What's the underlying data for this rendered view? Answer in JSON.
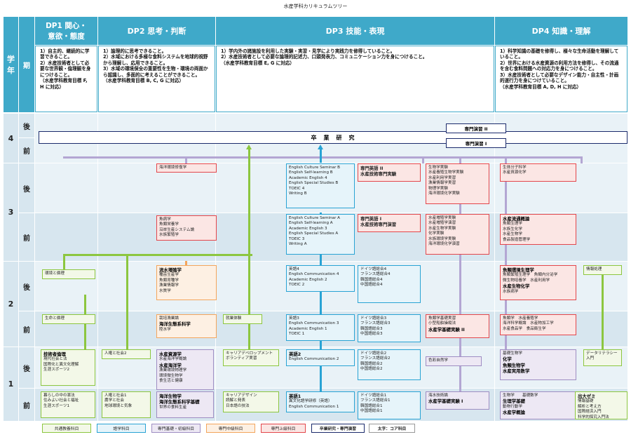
{
  "title": "水産学科カリキュラムツリー",
  "header": {
    "year": "学\n年",
    "term": "期",
    "dp1": "DP1 関心・\n意欲・態度",
    "dp2": "DP2 思考・判断",
    "dp3": "DP3 技能・表現",
    "dp4": "DP4 知識・理解"
  },
  "descriptions": {
    "dp1": "1）自主的、継続的に学習できること。\n2）水産技術者として必要な世界観・倫理観を身につけること。\n（水産学科教育目標 F, H に対応）",
    "dp2": "1）論理的に思考できること。\n2）水域における多様な食料システムを地球的視野から理解し、応用できること。\n3）水域の環境保全の重要性を生物・環境の両面から認識し、多面的に考えることができること。\n（水産学科教育目標 B, C, G に対応）",
    "dp3": "1）学内外の諸施設を利用した実験・実習・見学により実践力を修得していること。\n2）水産技術者として必要な論理的記述力、口頭発表力、コミュニケーション力を身につけること。\n（水産学科教育目標 E, G に対応）",
    "dp4": "1）科学知識の基礎を修得し、様々な生命活動を理解していること。\n2）世界における水産資源の利用方法を修得し、その流通を含む食料問題への対応力を身につけること。\n3）水産技術者として必要なデザイン能力・自主性・計画的遂行力を身につけていること。\n（水産学科教育目標 A, D, H に対応）"
  },
  "years": [
    "4",
    "3",
    "2",
    "1"
  ],
  "terms": {
    "late": "後",
    "early": "前"
  },
  "year4": {
    "thesis": "卒　業　研　究",
    "seminar2": "専門演習 II",
    "seminar1": "専門演習 I"
  },
  "boxes": {
    "y3l_env": "海洋環境修復学",
    "y3l_eng_seminar": "English Culture Seminar B\nEnglish Self-learning B\nAcademic English 4\nEnglish Special Studies B\nTOEIC 4\nWriting B",
    "y3l_senmon_title": "専門英語 II\n水産技術専門実験",
    "y3l_exp": "生物学実験\n水産養殖生物学実験\n水産利用学実習\n漁業情報学実習\n物理学実験\n海洋環境化学実験",
    "y3l_know": "生体分子科学\n水産資源化学",
    "y3e_dp2": "魚病学\n魚類栄養学\n沿岸生産システム論\n水族繁殖学",
    "y3e_eng_seminar": "English Culture Seminar A\nEnglish Self-learning A\nAcademic English 3\nEnglish Special Studies A\nTOEIC 3\nWriting A",
    "y3e_senmon_title": "専門英語 I\n水産技術専門演習",
    "y3e_exp": "水産増殖学実験\n水産増殖学演習\n水産生物学実験\n化学実験\n水族環境学実験\n海洋環境化学演習",
    "y3e_know_title": "水産流通概論",
    "y3e_know": "魚類生理学\n水族生化学\n水産生物学\n食品製造管理学",
    "y2l_green": "環境と倫理",
    "y2l_orange_title": "流水増殖学",
    "y2l_orange": "種苗生産学\n魚類育種学\n漁業情報学\n水質学",
    "y2l_cyan": "英語4\nEnglish Communication 4\nAcademic English 2\nTOEIC 2",
    "y2l_lang": "ドイツ語総合4\nフランス語総合4\n韓国語総合4\n中国語総合4",
    "y2l_know_title": "魚類環境生理学",
    "y2l_know": "魚類繁殖生理学　魚類内分泌学\n微生物培養学　水産利用学",
    "y2l_know_title2": "水産生物化学",
    "y2l_know2": "水族病学",
    "y2l_info": "情報処理",
    "y2e_green": "生命と倫理",
    "y2e_orange": "栽培漁業論",
    "y2e_orange_title": "海洋生態系科学",
    "y2e_orange2": "陸水学",
    "y2e_taiken": "就業体験",
    "y2e_cyan": "英語3\nEnglish Communication 3\nAcademic English 1\nTOEIC 1",
    "y2e_lang": "ドイツ語総合3\nフランス語総合3\n韓国語総合3\n中国語総合3",
    "y2e_red": "魚類学基礎実習\n小型船舶操縦法",
    "y2e_red_title": "水産学基礎実験 II",
    "y2e_know": "魚類学　水産養殖学\n海洋科学概論　水産物加工学\n水産食品学　食品衛生学",
    "y1l_green_title": "技術者倫理",
    "y1l_green": "現代社会と法\n国際化と異文化理解\n生涯スポーツ2",
    "y1l_green2": "人権と社会2",
    "y1l_purple_title": "水産資源学",
    "y1l_purple": "水産海洋学概論",
    "y1l_purple_title2": "水産海洋学",
    "y1l_purple2": "漁業環境物理学\n環境微生物学\n食生活と健康",
    "y1l_career": "キャリアデベロップメント\nボランティア実習",
    "y1l_cyan_title": "英語2",
    "y1l_cyan": "English Communication 2",
    "y1l_lang": "ドイツ語総合2\nフランス語総合2\n韓国語総合2\n中国語総合2",
    "y1l_purple3": "色彩自然学",
    "y1l_know": "基礎生物学",
    "y1l_know_title": "化学\n魚類生物学\n水産実用数学",
    "y1l_data": "データリテラシー入門",
    "y1e_green": "暮らしの中の憲法\n住みよい社会と福祉\n生涯スポーツ1",
    "y1e_green2": "人権と社会1\n農学と社会\n地球環境と気象",
    "y1e_purple_title": "海洋生物学",
    "y1e_purple_title2": "海洋生態系科学基礎",
    "y1e_purple": "世界の食料生産",
    "y1e_career": "キャリアデザイン\n読解と発表\n日本語の技法",
    "y1e_cyan_title": "英語1",
    "y1e_cyan": "異文化語学研修（英語）\nEnglish Communication 1",
    "y1e_lang": "ドイツ語総合1\nフランス語総合1\n韓国語総合1\n中国語総合1",
    "y1e_purple3": "海水技術論",
    "y1e_purple3_title": "水産学基礎実験 I",
    "y1e_know": "生物学　　基礎数学",
    "y1e_know_title": "生理学基礎",
    "y1e_know2": "動物行動学",
    "y1e_know_title2": "水産学概論",
    "y1e_zemi_title": "出大ゼミ",
    "y1e_zemi": "情報基礎\n解析と考え方\n国際経済入門\n科学的探究入門法"
  },
  "legend": {
    "general": "共通教養科目",
    "language": "語学科目",
    "basic": "専門基礎・初級科目",
    "mid": "専門中級科目",
    "adv": "専門上級科目",
    "thesis": "卒業研究・専門演習",
    "core": "太字：コア科目"
  },
  "colors": {
    "header": "#3fa9c9",
    "general": "#8cc63f",
    "language": "#29a3d4",
    "basic": "#9e8dc2",
    "mid": "#f3a55c",
    "adv": "#e3464b",
    "thesis": "#1b2a6b"
  }
}
